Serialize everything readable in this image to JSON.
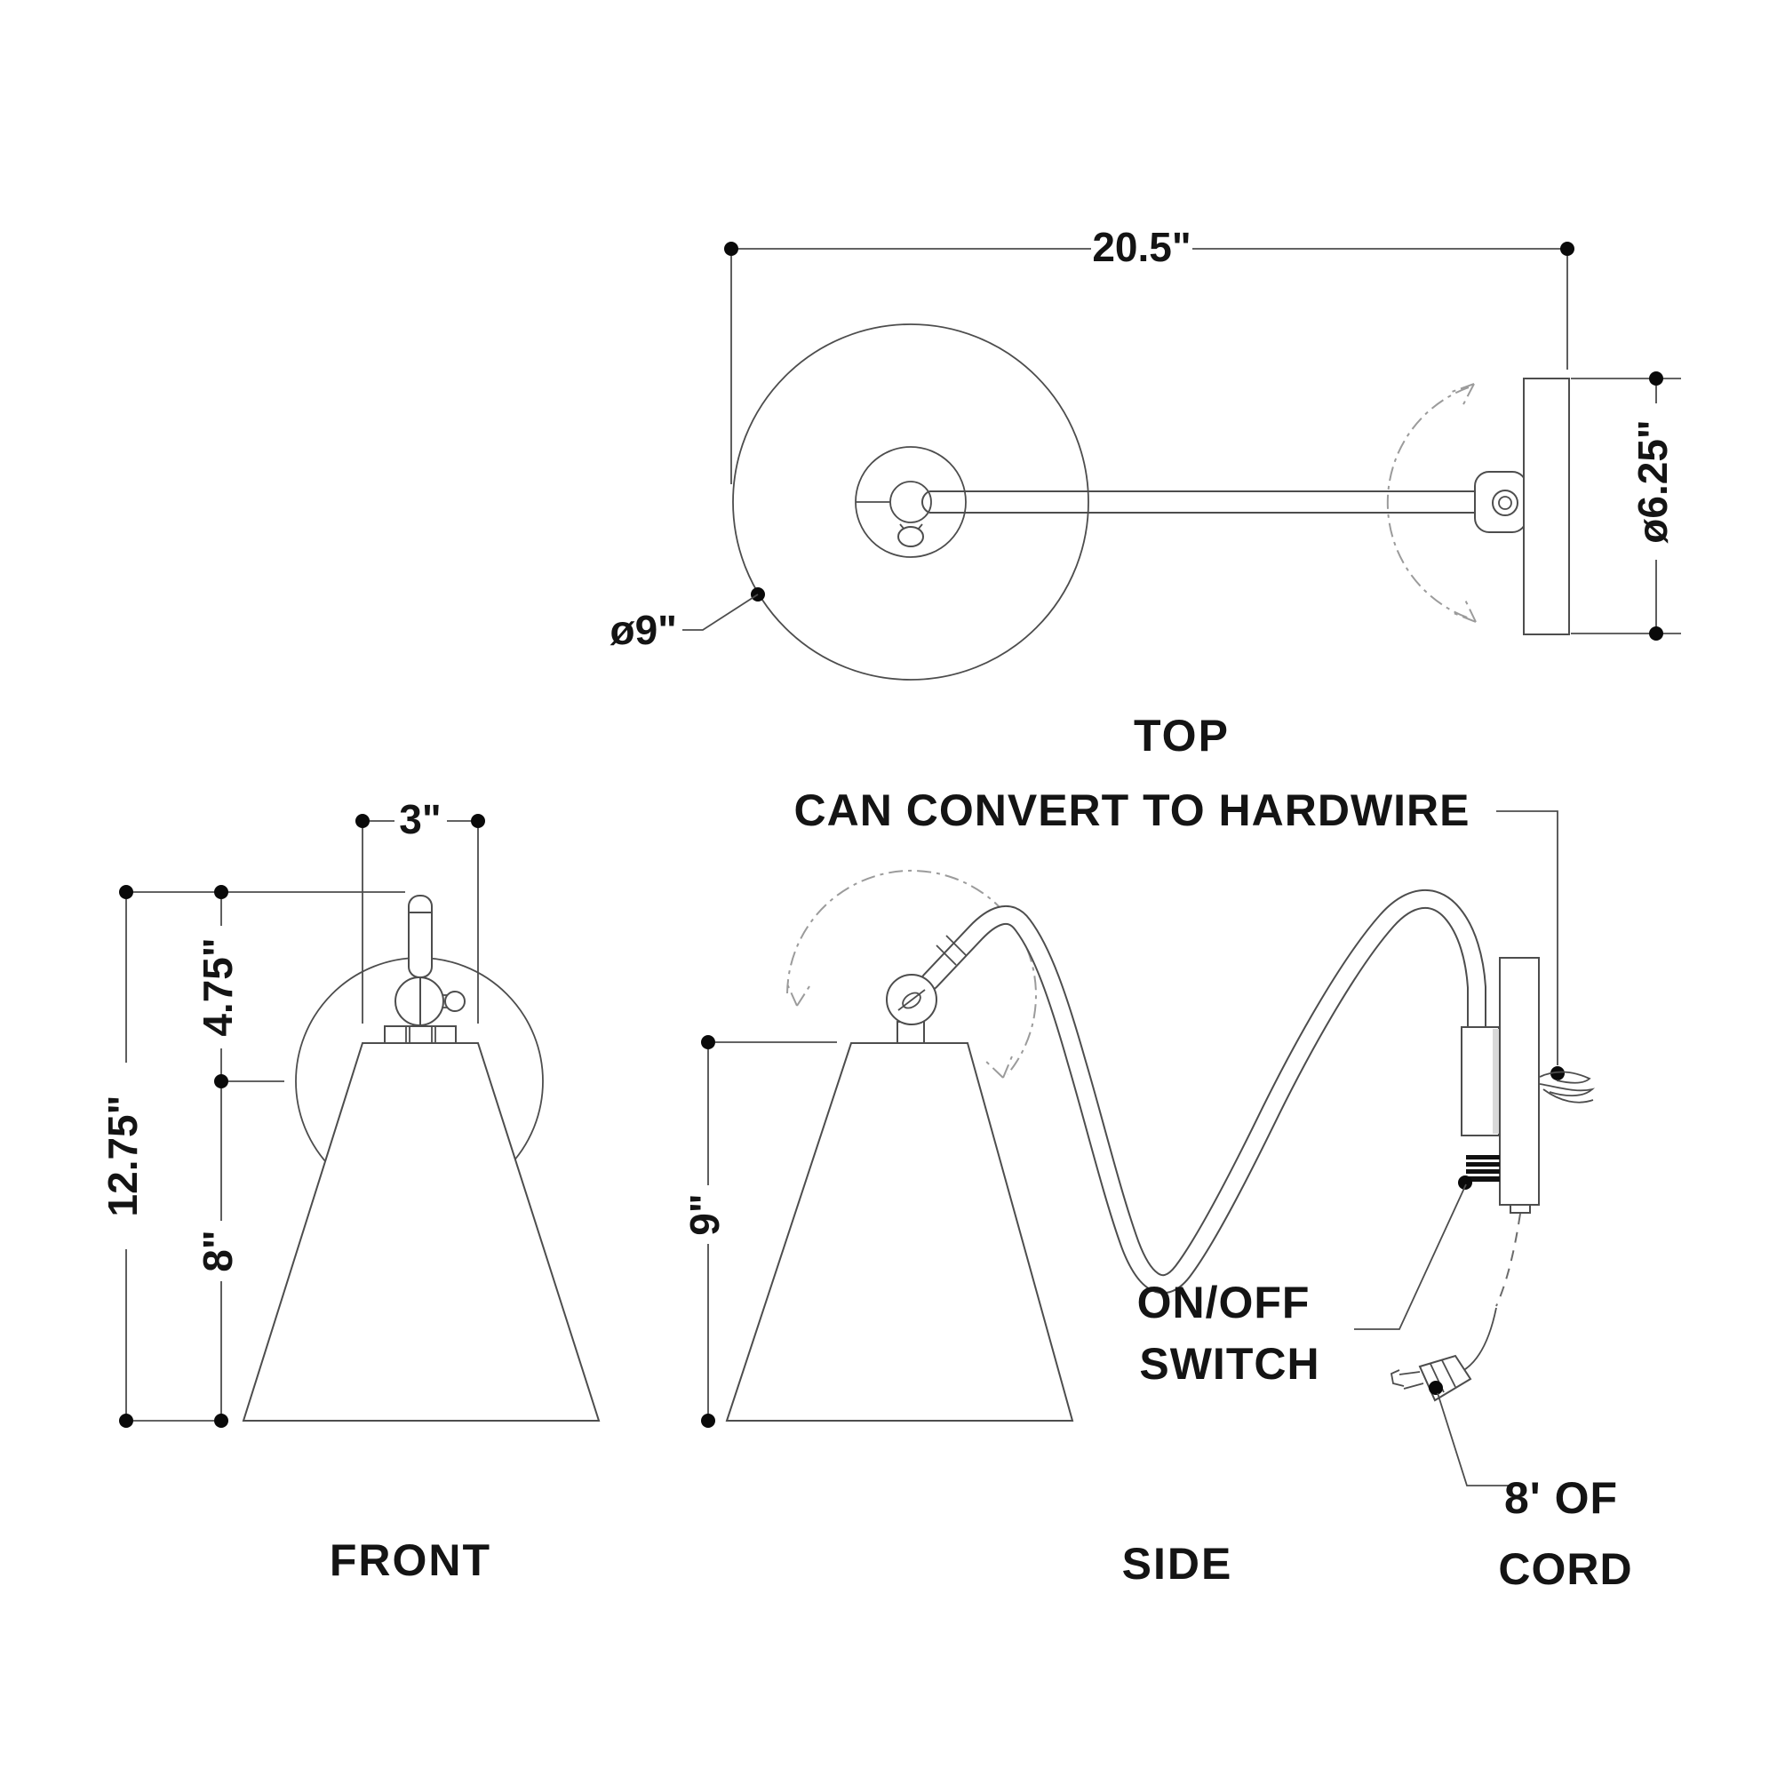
{
  "drawing": {
    "title": "Wall sconce dimension drawing",
    "colors": {
      "line": "#4d4d4d",
      "dash": "#9b9b9b",
      "text": "#141414",
      "background": "#ffffff"
    },
    "views": {
      "top": {
        "label": "TOP",
        "dim_overall_width": "20.5\"",
        "dim_backplate_diameter": "ø6.25\"",
        "dim_shade_diameter": "ø9\""
      },
      "front": {
        "label": "FRONT",
        "dim_top_width": "3\"",
        "dim_upper_height": "4.75\"",
        "dim_overall_height": "12.75\"",
        "dim_shade_height": "8\""
      },
      "side": {
        "label": "SIDE",
        "dim_shade_depth": "9\"",
        "note_hardwire": "CAN CONVERT TO HARDWIRE",
        "note_switch_line1": "ON/OFF",
        "note_switch_line2": "SWITCH",
        "note_cord_line1": "8' OF",
        "note_cord_line2": "CORD"
      }
    }
  }
}
